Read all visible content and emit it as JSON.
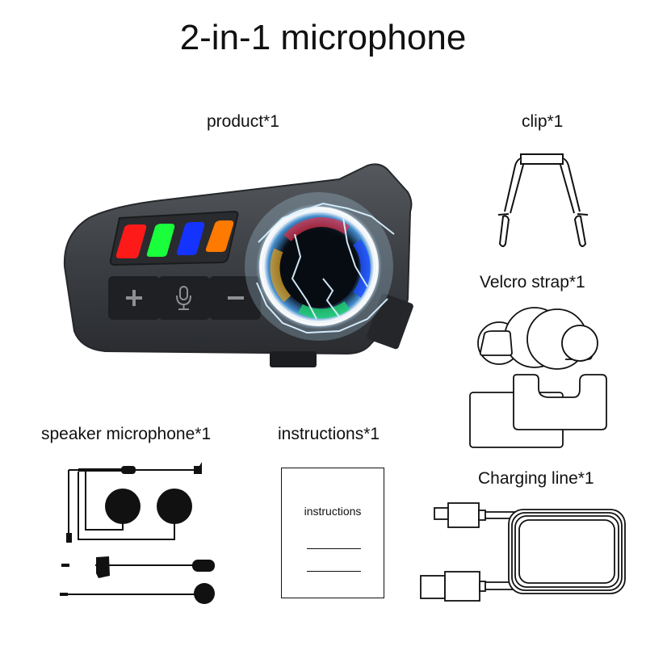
{
  "title": "2-in-1 microphone",
  "items": [
    {
      "id": "product",
      "label": "product*1"
    },
    {
      "id": "clip",
      "label": "clip*1"
    },
    {
      "id": "velcro",
      "label": "Velcro strap*1"
    },
    {
      "id": "speaker",
      "label": "speaker microphone*1"
    },
    {
      "id": "instructions",
      "label": "instructions*1",
      "booklet_text": "instructions"
    },
    {
      "id": "charging",
      "label": "Charging line*1"
    }
  ],
  "product": {
    "led_colors": [
      "#ff1a1a",
      "#1aff3c",
      "#1433ff",
      "#ff7a00"
    ],
    "buttons": [
      {
        "icon": "plus-icon",
        "symbol": "+"
      },
      {
        "icon": "microphone-icon",
        "symbol": "mic"
      },
      {
        "icon": "minus-icon",
        "symbol": "−"
      }
    ],
    "body_color": "#3f4247",
    "glow_color": "#7cc8ff"
  }
}
